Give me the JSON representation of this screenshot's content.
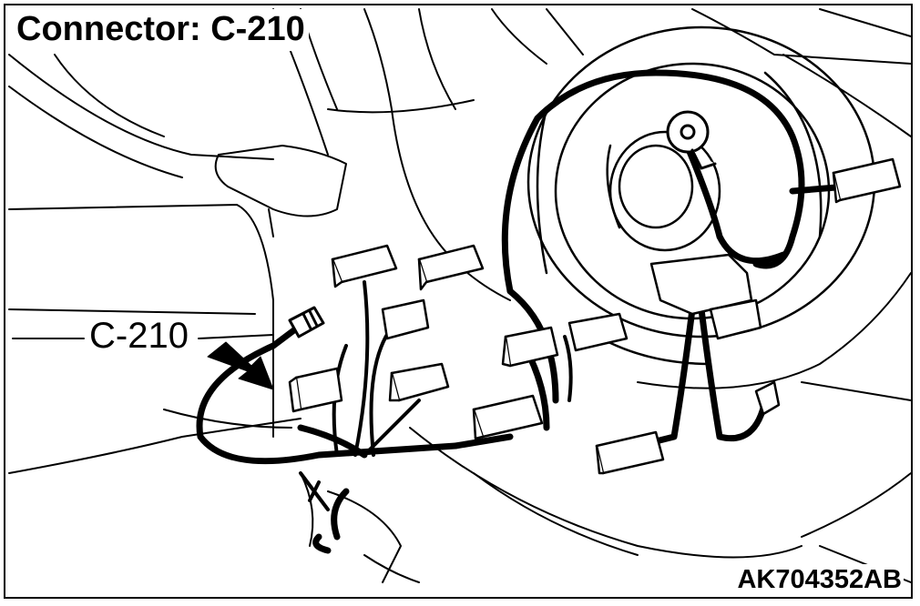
{
  "title": "Connector: C-210",
  "callout_label": "C-210",
  "reference_code": "AK704352AB",
  "colors": {
    "line": "#000000",
    "background": "#ffffff"
  }
}
